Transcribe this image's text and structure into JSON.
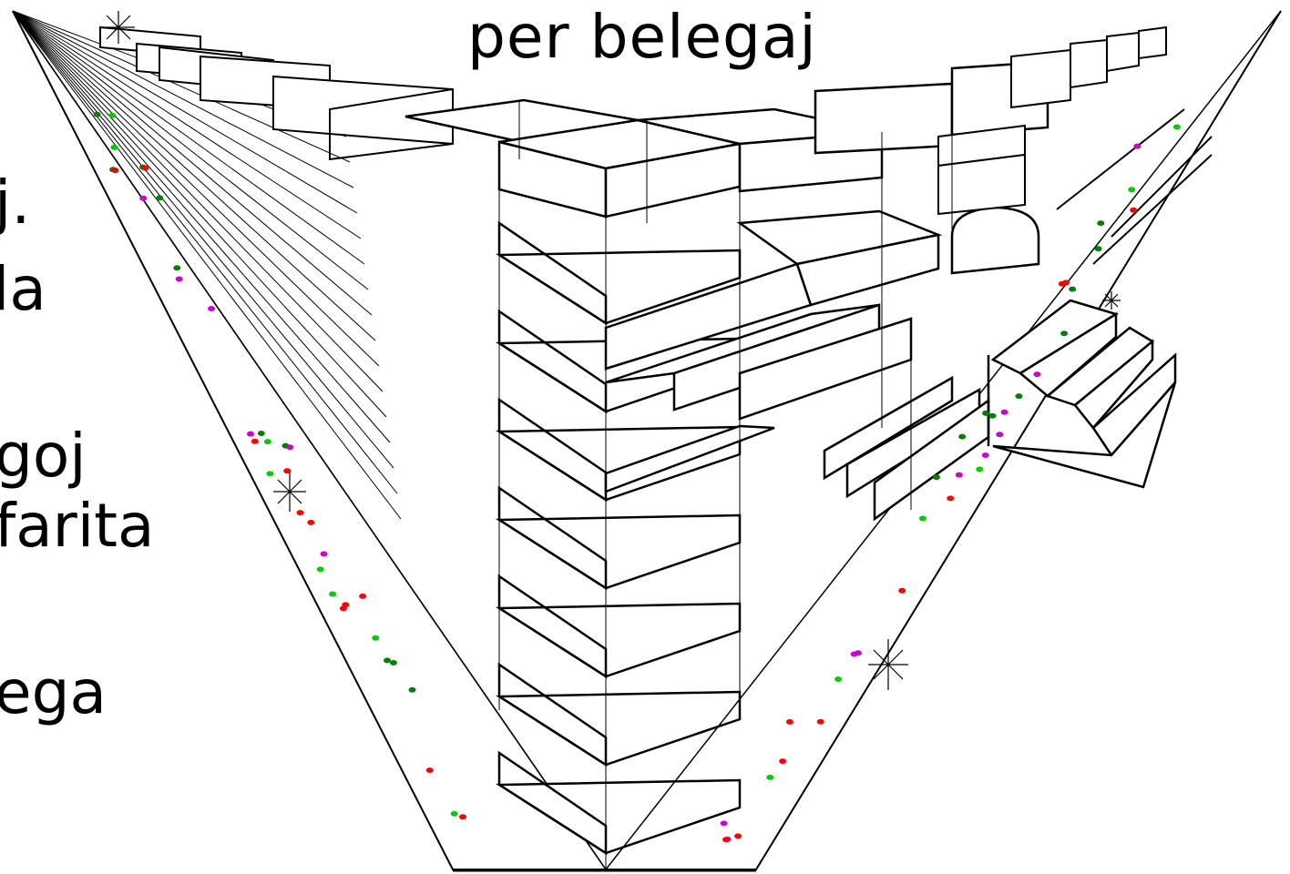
{
  "title": "per belegaj",
  "side_text": [
    "j.",
    "la",
    "goj",
    "farita",
    "ega"
  ],
  "colors": {
    "ink": "#000000",
    "dot_red": "#ff0000",
    "dot_green": "#00cc00",
    "dot_dark_green": "#008000",
    "dot_magenta": "#cc00cc"
  }
}
